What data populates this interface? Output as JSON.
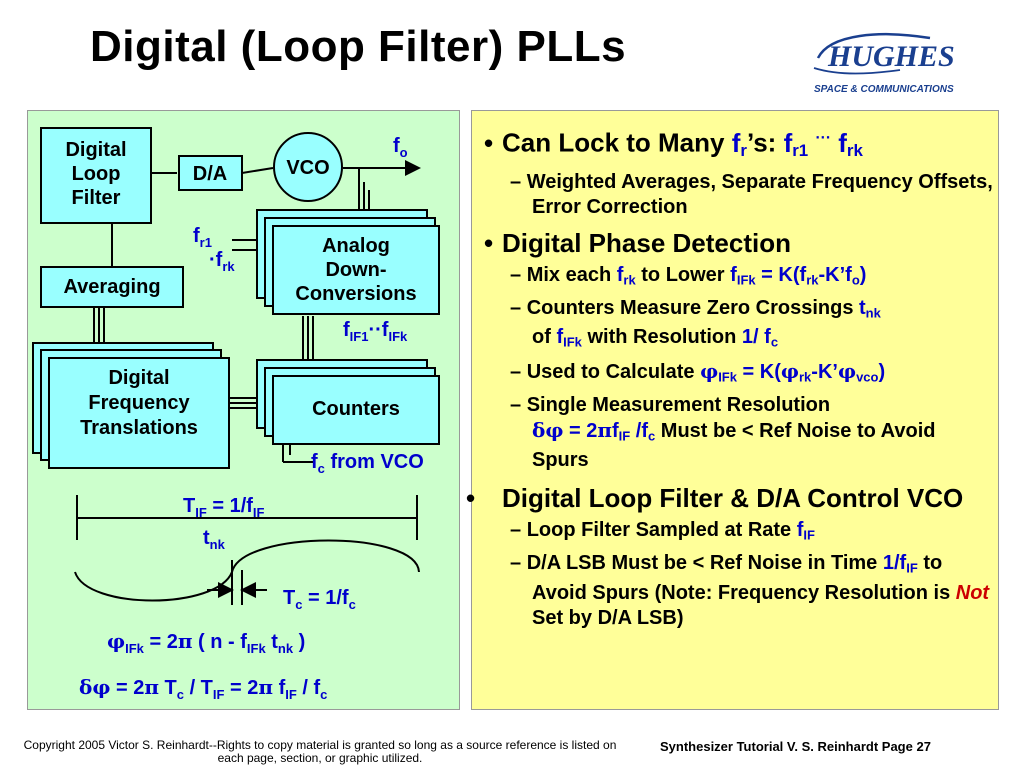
{
  "title": "Digital  (Loop Filter) PLLs",
  "logo": {
    "name": "HUGHES",
    "subtitle": "SPACE & COMMUNICATIONS"
  },
  "diagram": {
    "digital_loop_filter": [
      "Digital",
      "Loop",
      "Filter"
    ],
    "da": "D/A",
    "vco": "VCO",
    "fo": "f",
    "fo_sub": "o",
    "averaging": "Averaging",
    "fr1": "f",
    "fr1_sub": "r1",
    "frk": "f",
    "frk_sub": "rk",
    "analog": [
      "Analog",
      "Down-",
      "Conversions"
    ],
    "fif": "f",
    "fif1_sub": "IF1",
    "fifk_sub": "IFk",
    "digital_freq": [
      "Digital",
      "Frequency",
      "Translations"
    ],
    "counters": "Counters",
    "fc_from_vco_a": "f",
    "fc_from_vco_sub": "c",
    "fc_from_vco_b": " from VCO",
    "tif_label": "T",
    "tif_sub": "IF",
    "tif_eq": " = 1/f",
    "tif_eq_sub": "IF",
    "tnk": "t",
    "tnk_sub": "nk",
    "tc_label": "T",
    "tc_sub": "c",
    "tc_eq": " = 1/f",
    "tc_eq_sub": "c",
    "eq1": "φIFk = 2π ( n - fIFk tnk )",
    "eq2": "δφ = 2π Tc / TIF  = 2π fIF / fc"
  },
  "bullets": {
    "b1": "Can Lock to Many ",
    "b1_sub1": "Weighted Averages, Separate Frequency Offsets, Error Correction",
    "b2": "Digital Phase Detection",
    "b2_sub1_a": "Mix each ",
    "b2_sub1_b": " to Lower ",
    "b2_sub2_a": "Counters Measure Zero Crossings ",
    "b2_sub2_b": "of ",
    "b2_sub2_c": " with Resolution ",
    "b2_sub3_a": "Used to Calculate ",
    "b2_sub4_a": "Single Measurement Resolution",
    "b2_sub4_b": " Must be < Ref Noise to Avoid Spurs",
    "b3": "Digital Loop Filter & D/A Control VCO",
    "b3_sub1": "Loop Filter Sampled at Rate ",
    "b3_sub2_a": "D/A LSB Must be < Ref Noise in Time ",
    "b3_sub2_b": " to Avoid Spurs (Note: Frequency Resolution is ",
    "b3_sub2_not": "Not",
    "b3_sub2_c": " Set by D/A LSB)"
  },
  "footer": {
    "left": "Copyright 2005 Victor S. Reinhardt--Rights to copy material is granted so long as a source reference is listed on each page, section, or graphic utilized.",
    "right": "Synthesizer Tutorial V. S. Reinhardt Page 27"
  },
  "colors": {
    "box": "#99ffff",
    "left_panel": "#ccffcc",
    "right_panel": "#ffff99",
    "accent": "#0000cc",
    "logo": "#1a3f8f"
  }
}
